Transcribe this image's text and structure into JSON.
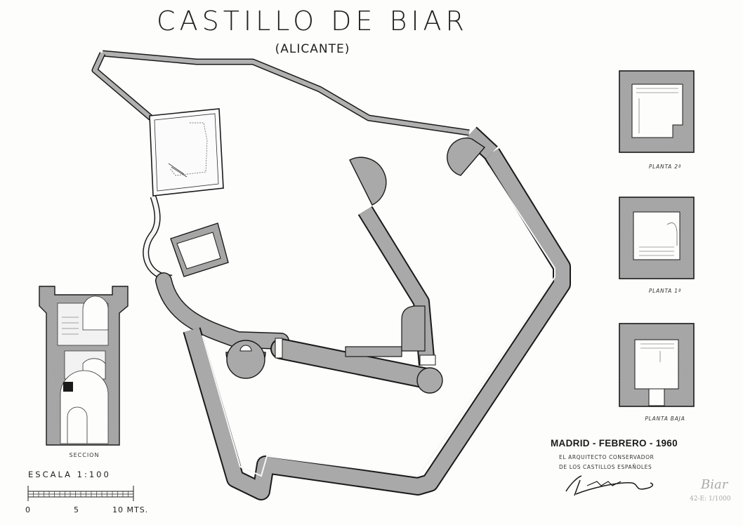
{
  "title": "CASTILLO DE BIAR",
  "subtitle": "(ALICANTE)",
  "plans": {
    "planta2": "PLANTA 2ª",
    "planta1": "PLANTA 1ª",
    "baja": "PLANTA BAJA"
  },
  "section": "SECCION",
  "scale": {
    "title": "ESCALA 1:100",
    "tick0": "0",
    "tick5": "5",
    "tick10": "10 MTS."
  },
  "signature": {
    "place_date": "MADRID - FEBRERO - 1960",
    "line1": "EL ARQUITECTO CONSERVADOR",
    "line2": "DE LOS CASTILLOS ESPAÑOLES"
  },
  "pencil_note": {
    "word": "Biar",
    "ref": "42-E: 1/1000"
  },
  "colors": {
    "wall_fill": "#a9a9a9",
    "ink": "#1a1a1a",
    "paper": "#fdfdfb"
  }
}
